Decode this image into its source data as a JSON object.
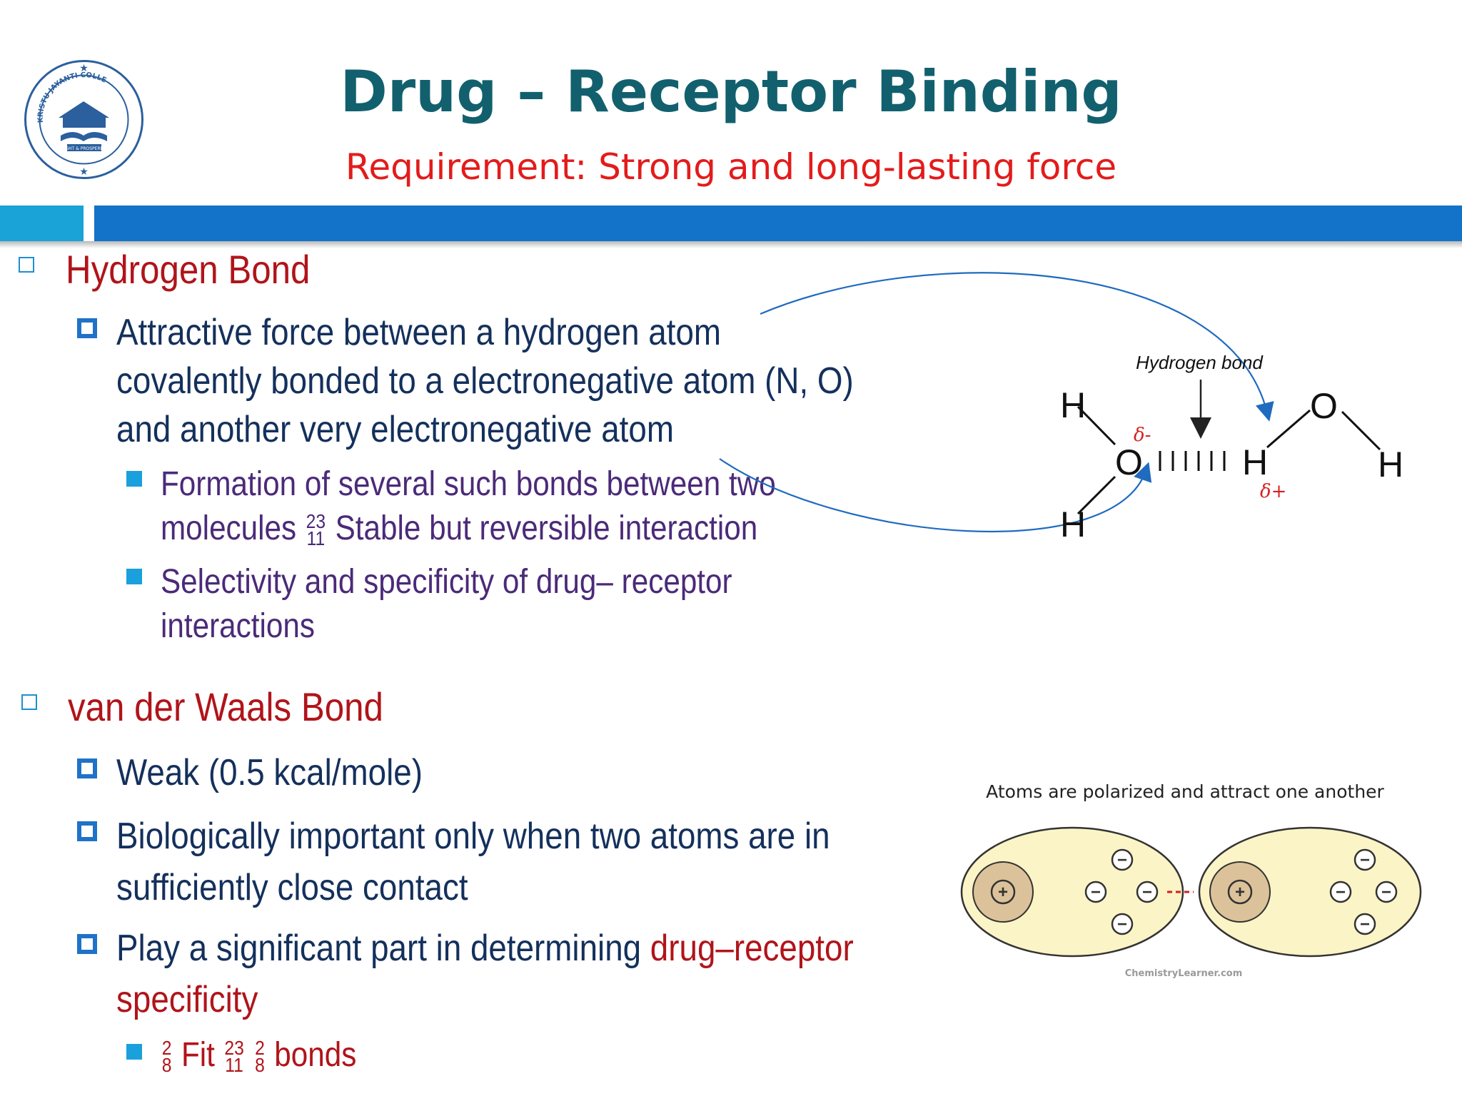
{
  "header": {
    "title": "Drug – Receptor Binding",
    "subtitle": "Requirement: Strong and long-lasting force"
  },
  "sections": [
    {
      "heading": "Hydrogen Bond",
      "bullets": [
        {
          "lines": [
            "Attractive force between a hydrogen atom",
            "covalently bonded to a electronegative atom (N, O)",
            "and another very electronegative atom"
          ]
        }
      ],
      "sub_bullets": [
        {
          "line1": "Formation of several such bonds between two",
          "line2_before": "molecules",
          "line2_frac_top": "23",
          "line2_frac_bottom": "11",
          "line2_after": "Stable but reversible interaction"
        },
        {
          "line1": "Selectivity and specificity of drug– receptor",
          "line2": "interactions"
        }
      ]
    },
    {
      "heading": "van der Waals Bond",
      "bullets": [
        {
          "lines": [
            "Weak (0.5 kcal/mole)"
          ]
        },
        {
          "lines": [
            "Biologically important only when two atoms are in",
            "sufficiently close contact"
          ]
        },
        {
          "line1_normal": "Play a significant part in determining ",
          "line1_red": "drug–receptor",
          "line2_red": "specificity"
        }
      ],
      "sub_bullet": {
        "frac1_top": "2",
        "frac1_bottom": "8",
        "text1": "Fit",
        "frac2_top": "23",
        "frac2_bottom": "11",
        "frac3_top": "2",
        "frac3_bottom": "8",
        "text2": "bonds"
      }
    }
  ],
  "hbond_diagram": {
    "label": "Hydrogen bond",
    "atoms": {
      "h": "H",
      "o": "O"
    },
    "delta_minus": "δ-",
    "delta_plus": "δ+"
  },
  "vdw_diagram": {
    "caption": "Atoms are polarized and attract one another",
    "credit": "ChemistryLearner.com",
    "plus": "+",
    "minus": "−"
  },
  "logo": {
    "college_name": "KRISTU JAYANTI COLLEGE",
    "motto": "LIGHT & PROSPERITY"
  },
  "colors": {
    "title": "#12606e",
    "subtitle": "#e31b1b",
    "heading": "#b0141a",
    "bullet_text": "#14305c",
    "sub_bullet_text": "#4b2a79",
    "bar_light": "#1aa3d6",
    "bar_dark": "#1273c9",
    "arrow": "#1f6bbf"
  }
}
